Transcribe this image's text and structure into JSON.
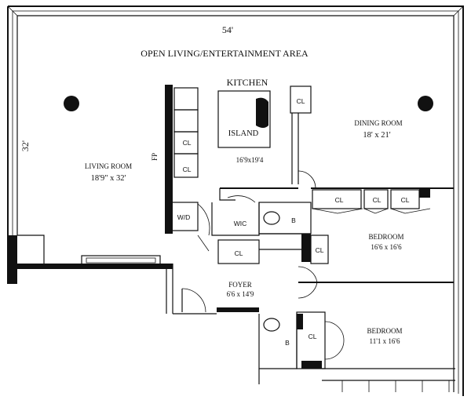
{
  "plan": {
    "dimension_top": "54'",
    "dimension_left": "32'",
    "open_area": "OPEN LIVING/ENTERTAINMENT AREA",
    "kitchen": "KITCHEN",
    "island": "ISLAND",
    "kitchen_size": "16'9x19'4",
    "fp": "FP",
    "dining_room": "DINING ROOM",
    "dining_size": "18' x 21'",
    "living_room": "LIVING ROOM",
    "living_size": "18'9\" x 32'",
    "wd": "W/D",
    "wic": "WIC",
    "closet": "CL",
    "bath": "B",
    "bedroom": "BEDROOM",
    "bedroom1_size": "16'6 x 16'6",
    "bedroom2_size": "11'1 x 16'6",
    "foyer": "FOYER",
    "foyer_size": "6'6 x 14'9"
  }
}
